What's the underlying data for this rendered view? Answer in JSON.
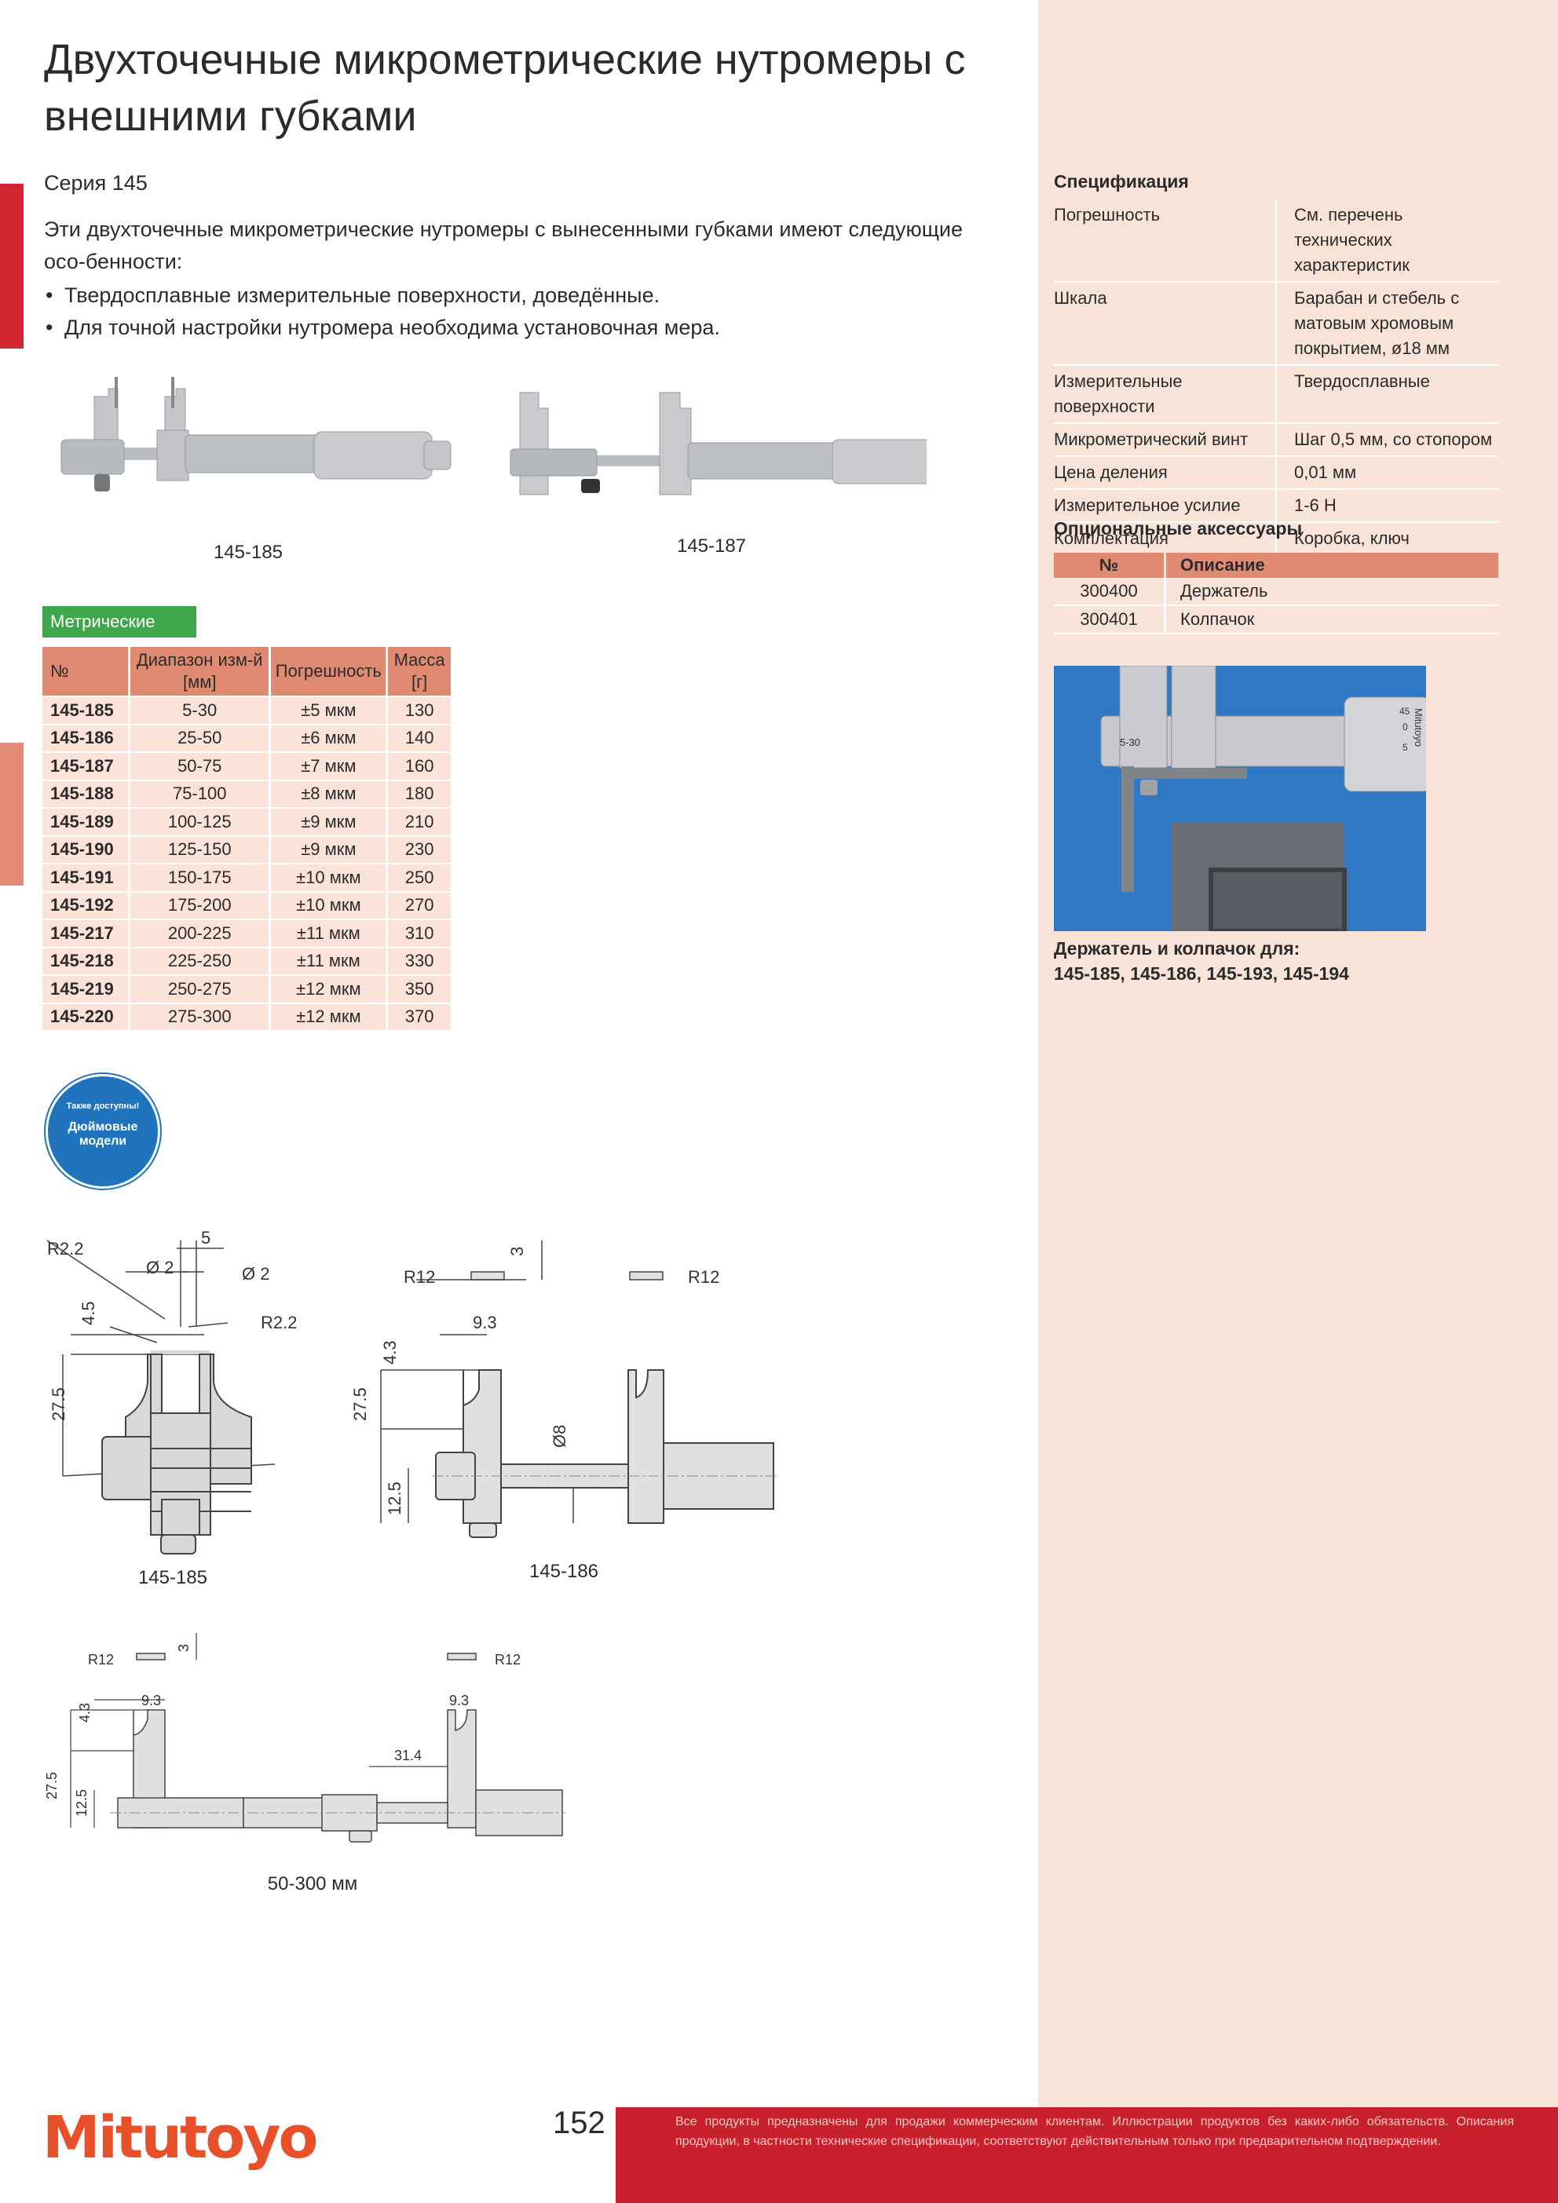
{
  "title": "Двухточечные микрометрические нутромеры с внешними губками",
  "series": "Серия 145",
  "intro": "Эти двухточечные микрометрические нутромеры с вынесенными губками имеют следующие осо-бенности:",
  "bullets": [
    "Твердосплавные измерительные поверхности, доведённые.",
    "Для точной настройки нутромера необходима установочная мера."
  ],
  "product_captions": [
    "145-185",
    "145-187"
  ],
  "metric_tag": "Метрические",
  "metric_table": {
    "headers": [
      "№",
      "Диапазон изм-й [мм]",
      "Погрешность",
      "Масса [г]"
    ],
    "rows": [
      [
        "145-185",
        "5-30",
        "±5 мкм",
        "130"
      ],
      [
        "145-186",
        "25-50",
        "±6 мкм",
        "140"
      ],
      [
        "145-187",
        "50-75",
        "±7 мкм",
        "160"
      ],
      [
        "145-188",
        "75-100",
        "±8 мкм",
        "180"
      ],
      [
        "145-189",
        "100-125",
        "±9 мкм",
        "210"
      ],
      [
        "145-190",
        "125-150",
        "±9 мкм",
        "230"
      ],
      [
        "145-191",
        "150-175",
        "±10 мкм",
        "250"
      ],
      [
        "145-192",
        "175-200",
        "±10 мкм",
        "270"
      ],
      [
        "145-217",
        "200-225",
        "±11 мкм",
        "310"
      ],
      [
        "145-218",
        "225-250",
        "±11 мкм",
        "330"
      ],
      [
        "145-219",
        "250-275",
        "±12 мкм",
        "350"
      ],
      [
        "145-220",
        "275-300",
        "±12 мкм",
        "370"
      ]
    ]
  },
  "badge": {
    "small": "Также доступны!",
    "big": "Дюймовые модели"
  },
  "drawings": {
    "d1": {
      "caption": "145-185",
      "labels": [
        "R2.2",
        "5",
        "Ø 2",
        "Ø 2",
        "R2.2",
        "4.5",
        "27.5"
      ]
    },
    "d2": {
      "caption": "145-186",
      "labels": [
        "R12",
        "3",
        "R12",
        "9.3",
        "4.3",
        "27.5",
        "12.5",
        "Ø8"
      ]
    },
    "d3": {
      "caption": "50-300 мм",
      "labels": [
        "R12",
        "3",
        "R12",
        "9.3",
        "9.3",
        "4.3",
        "27.5",
        "12.5",
        "31.4"
      ]
    }
  },
  "spec": {
    "title": "Спецификация",
    "rows": [
      [
        "Погрешность",
        "См. перечень технических характеристик"
      ],
      [
        "Шкала",
        "Барабан и стебель с матовым хромовым покрытием, ø18 мм"
      ],
      [
        "Измерительные поверхности",
        "Твердосплавные"
      ],
      [
        "Микрометрический винт",
        "Шаг 0,5 мм, со стопором"
      ],
      [
        "Цена деления",
        "0,01 мм"
      ],
      [
        "Измерительное усилие",
        "1-6 Н"
      ],
      [
        "Комплектация",
        "Коробка, ключ"
      ]
    ]
  },
  "accessories": {
    "title": "Опциональные аксессуары",
    "headers": [
      "№",
      "Описание"
    ],
    "rows": [
      [
        "300400",
        "Держатель"
      ],
      [
        "300401",
        "Колпачок"
      ]
    ]
  },
  "holder_photo": {
    "scale_labels": [
      "45",
      "0",
      "5"
    ],
    "brand": "Mitutoyo",
    "range": "5-30"
  },
  "holder_caption": [
    "Держатель и колпачок для:",
    "145-185, 145-186, 145-193, 145-194"
  ],
  "page_number": "152",
  "footer_text": "Все продукты предназначены для продажи коммерческим клиентам. Иллюстрации продуктов без каких-либо обязательств. Описания продукции, в частности технические спецификации, соответствуют действительным только при предварительном подтверждении.",
  "logo": "Mitutoyo",
  "colors": {
    "accent_red": "#c8202c",
    "salmon": "#e08a72",
    "sidebar": "#f8e3d9",
    "green": "#3fa64c",
    "logo": "#e8502a"
  }
}
